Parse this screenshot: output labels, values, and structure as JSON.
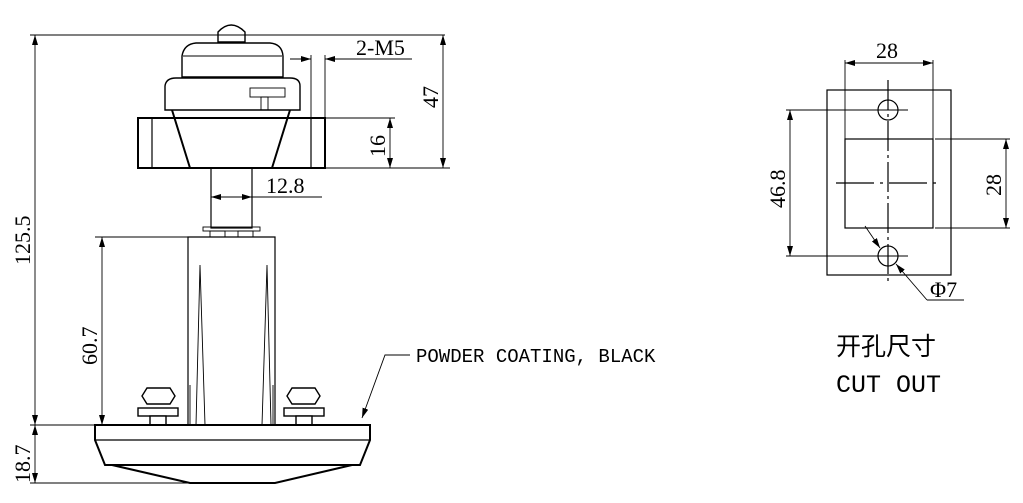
{
  "drawing": {
    "dimensions": {
      "total_height": "125.5",
      "base_height": "18.7",
      "column_height": "60.7",
      "head_height": "47",
      "flange_height": "16",
      "shaft_diameter": "12.8",
      "thread": "2-M5"
    },
    "note": "POWDER COATING, BLACK",
    "cutout": {
      "width": "28",
      "height": "28",
      "hole_spacing": "46.8",
      "hole_diameter": "Φ7",
      "title_cn": "开孔尺寸",
      "title_en": "CUT OUT"
    }
  }
}
